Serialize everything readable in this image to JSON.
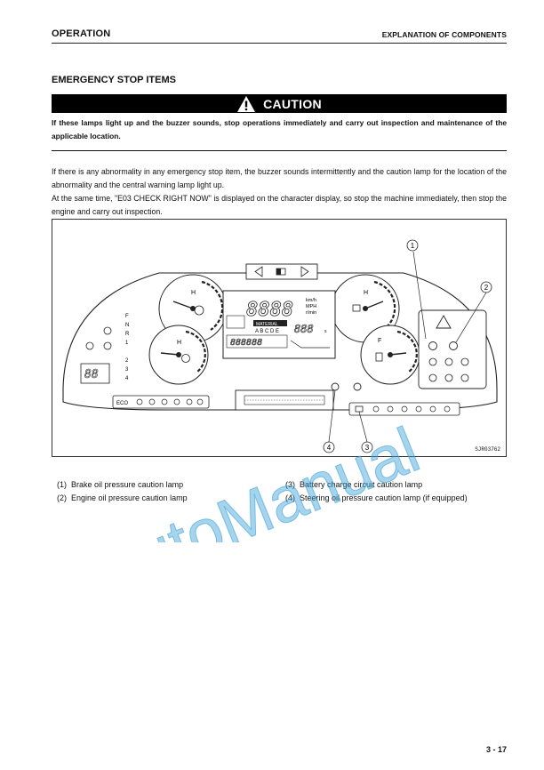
{
  "header": {
    "left": "OPERATION",
    "right": "EXPLANATION OF COMPONENTS"
  },
  "section_title": "EMERGENCY STOP ITEMS",
  "caution": {
    "label": "CAUTION",
    "text": "If these lamps light up and the buzzer sounds, stop operations immediately and carry out inspection and maintenance of the applicable location."
  },
  "body": [
    "If there is any abnormality in any emergency stop item, the buzzer sounds intermittently and the caution lamp for the location of the abnormality and the central warning lamp light up.",
    "At the same time, \"E03 CHECK RIGHT NOW\" is displayed on the character display, so stop the machine immediately, then stop the engine and carry out inspection."
  ],
  "figure": {
    "id": "SJR03762",
    "callouts": [
      "1",
      "2",
      "3",
      "4"
    ],
    "display": {
      "digits": "8888",
      "units": [
        "km/h",
        "MPH",
        "r/min"
      ],
      "material_box": "MATERIAL",
      "letters": "A B C D E",
      "odometer": "888888",
      "small_digits": "888",
      "small_unit": "s",
      "gear_digits": "88",
      "gear_letters": [
        "F",
        "N",
        "R",
        "1",
        "2",
        "3",
        "4"
      ],
      "eco": "ECO",
      "gauge_h": "H",
      "gauge_f": "F"
    }
  },
  "legend": [
    {
      "num": "(1)",
      "text": "Brake oil pressure caution lamp"
    },
    {
      "num": "(2)",
      "text": "Engine oil pressure caution lamp"
    },
    {
      "num": "(3)",
      "text": "Battery charge circuit caution lamp"
    },
    {
      "num": "(4)",
      "text": "Steering oil pressure caution lamp (if equipped)"
    }
  ],
  "watermark": "AutoManual",
  "page_number": "3 - 17",
  "colors": {
    "text": "#111111",
    "caution_bg": "#000000",
    "watermark": "#3aa0d8"
  }
}
